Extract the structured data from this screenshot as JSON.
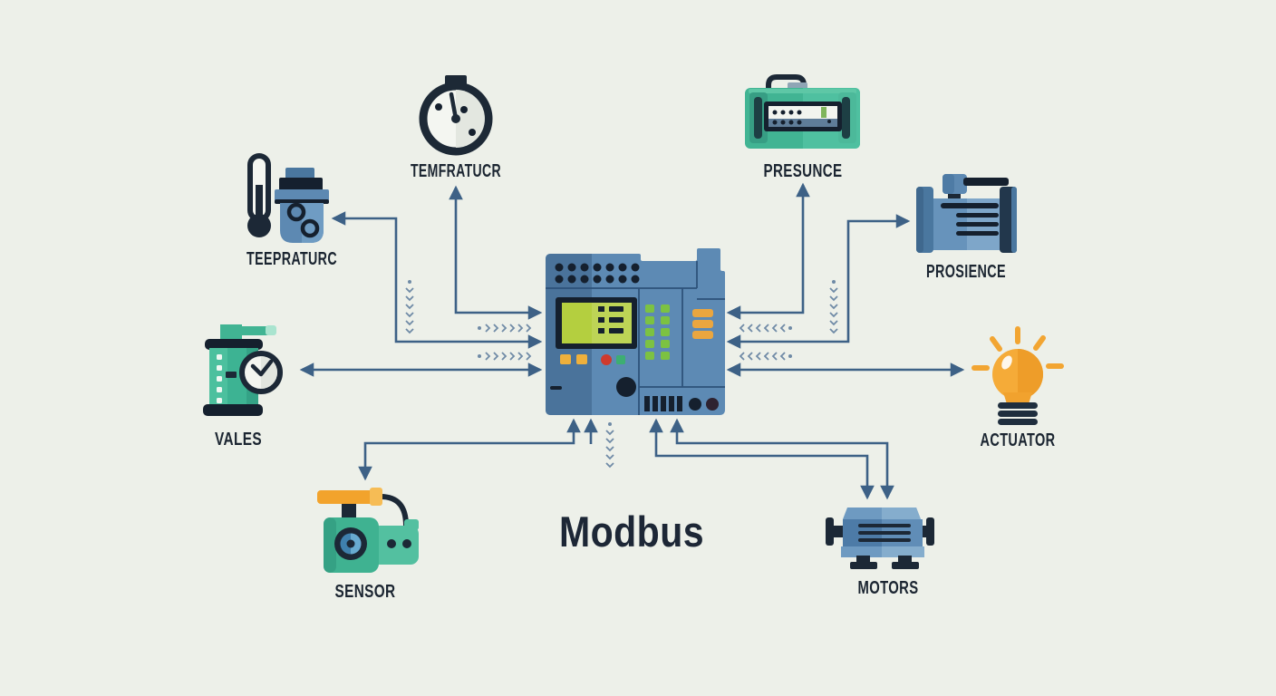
{
  "diagram": {
    "title": "Modbus",
    "labels": {
      "gauge": "TEMFRATUCR",
      "thermo": "TEEPRATURC",
      "pressure": "PRESUNCE",
      "pump": "PROSIENCE",
      "valve": "VALES",
      "sensor": "SENSOR",
      "actuator": "ACTUATOR",
      "motor": "MOTORS"
    },
    "icons": {
      "hub": "plc-controller-icon",
      "gauge": "stopwatch-gauge-icon",
      "thermo": "thermometer-canister-icon",
      "pressure": "pressure-instrument-icon",
      "pump": "pump-valve-icon",
      "valve": "tank-timer-icon",
      "sensor": "camera-sensor-icon",
      "actuator": "light-bulb-icon",
      "motor": "electric-motor-icon"
    },
    "colors": {
      "background": "#edf0e9",
      "connector": "#3d6186",
      "navy": "#1c2836",
      "plc_blue": "#5d8ab4",
      "plc_blue_dark": "#4a739b",
      "teal": "#41b493",
      "orange": "#f2a532",
      "screen_green": "#b4cf3f",
      "led_green": "#7cc242",
      "red": "#cf3a2c",
      "text": "#1b2531"
    }
  }
}
